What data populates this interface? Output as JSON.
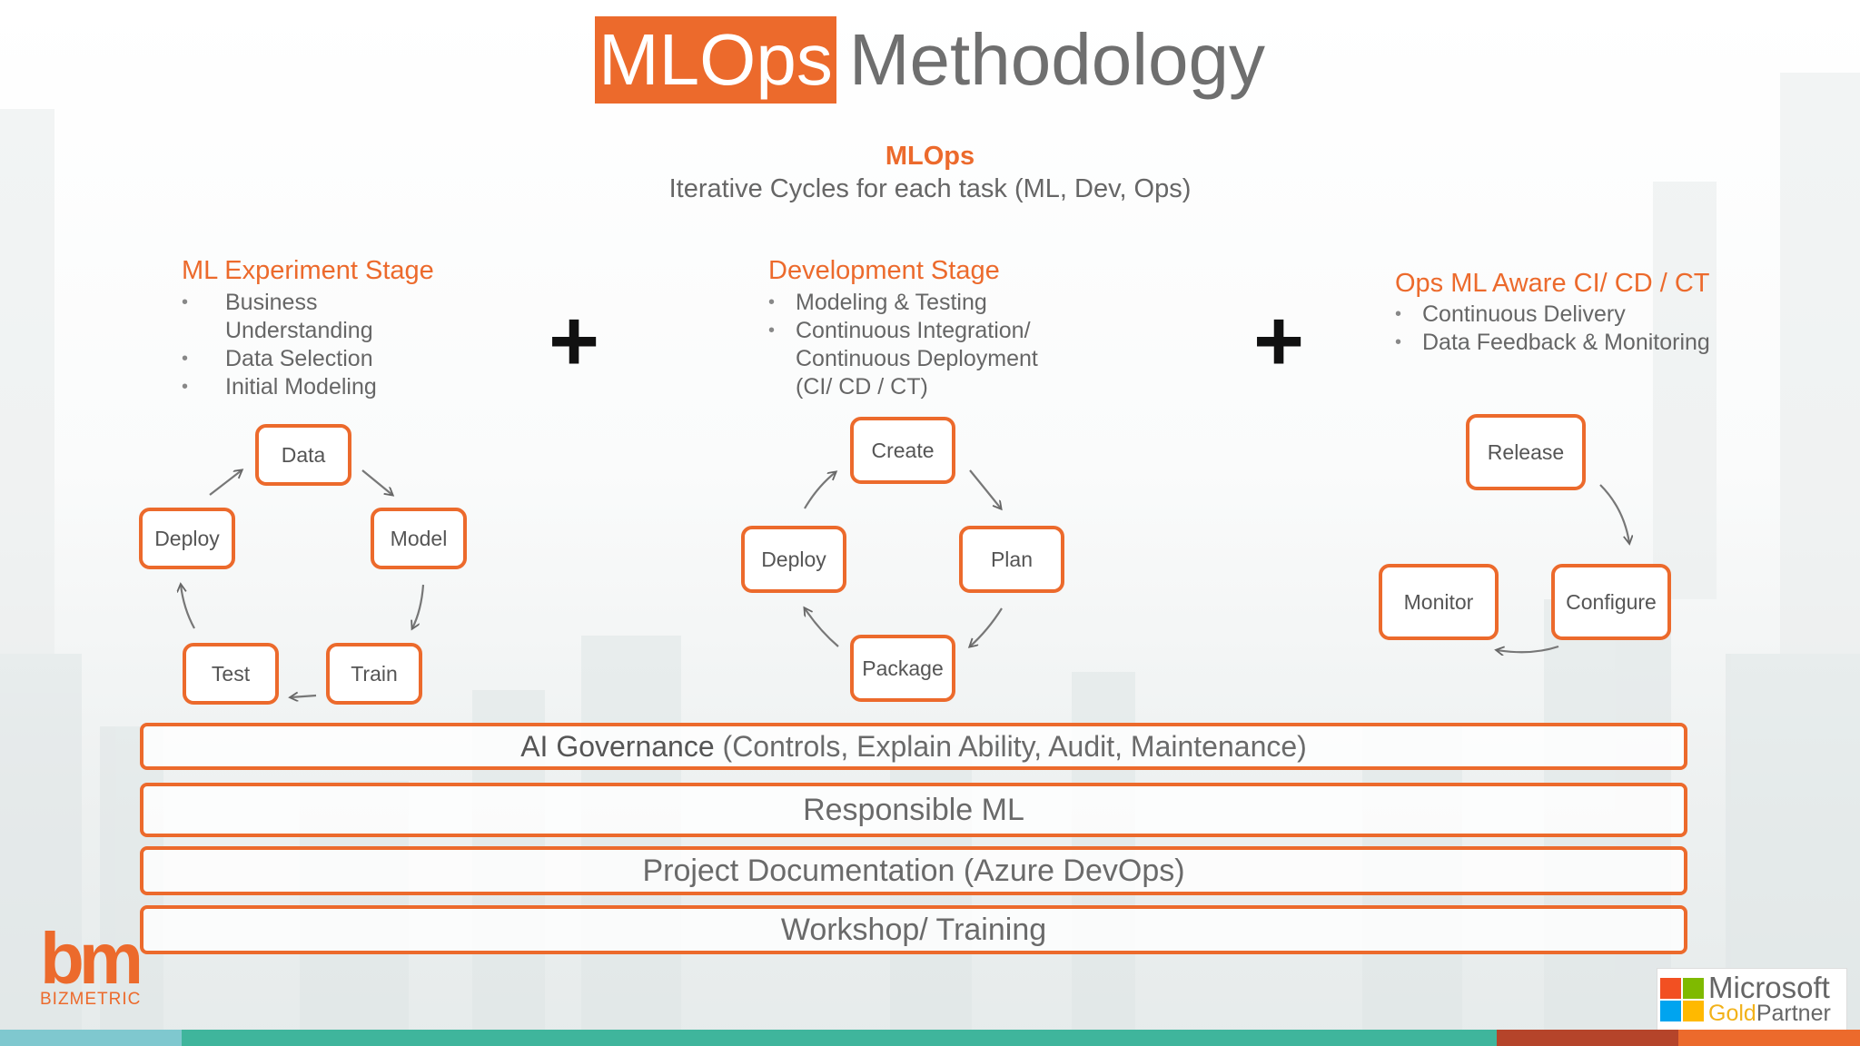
{
  "title": {
    "highlight": "MLOps",
    "rest": "Methodology"
  },
  "subtitle": {
    "heading": "MLOps",
    "text": "Iterative Cycles for each task (ML, Dev, Ops)"
  },
  "stages": [
    {
      "title": "ML Experiment Stage",
      "bullets": [
        "Business Understanding",
        "Data Selection",
        "Initial Modeling"
      ],
      "cycle": [
        "Data",
        "Model",
        "Train",
        "Test",
        "Deploy"
      ]
    },
    {
      "title": "Development Stage",
      "bullets": [
        "Modeling & Testing",
        "Continuous  Integration/ Continuous  Deployment (CI/ CD / CT)"
      ],
      "cycle": [
        "Create",
        "Plan",
        "Package",
        "Deploy"
      ]
    },
    {
      "title": "Ops ML Aware CI/ CD / CT",
      "bullets": [
        "Continuous Delivery",
        "Data Feedback & Monitoring"
      ],
      "cycle": [
        "Release",
        "Configure",
        "Monitor"
      ]
    }
  ],
  "plus": "+",
  "bars": [
    {
      "strong": "AI Governance",
      "rest": " (Controls, Explain Ability, Audit, Maintenance)"
    },
    {
      "strong": "",
      "rest": "Responsible ML"
    },
    {
      "strong": "",
      "rest": "Project Documentation (Azure DevOps)"
    },
    {
      "strong": "",
      "rest": "Workshop/ Training"
    }
  ],
  "logo": {
    "mark": "bm",
    "name": "BIZMETRIC"
  },
  "partner": {
    "line1": "Microsoft",
    "gold": "Gold",
    "partner": "Partner"
  },
  "colors": {
    "accent": "#ec6a2c",
    "text": "#555555",
    "ms_red": "#f25022",
    "ms_green": "#7fba00",
    "ms_blue": "#00a4ef",
    "ms_yellow": "#ffb900"
  },
  "icons": [
    "arrow-icon",
    "plus-icon",
    "microsoft-logo-icon"
  ]
}
